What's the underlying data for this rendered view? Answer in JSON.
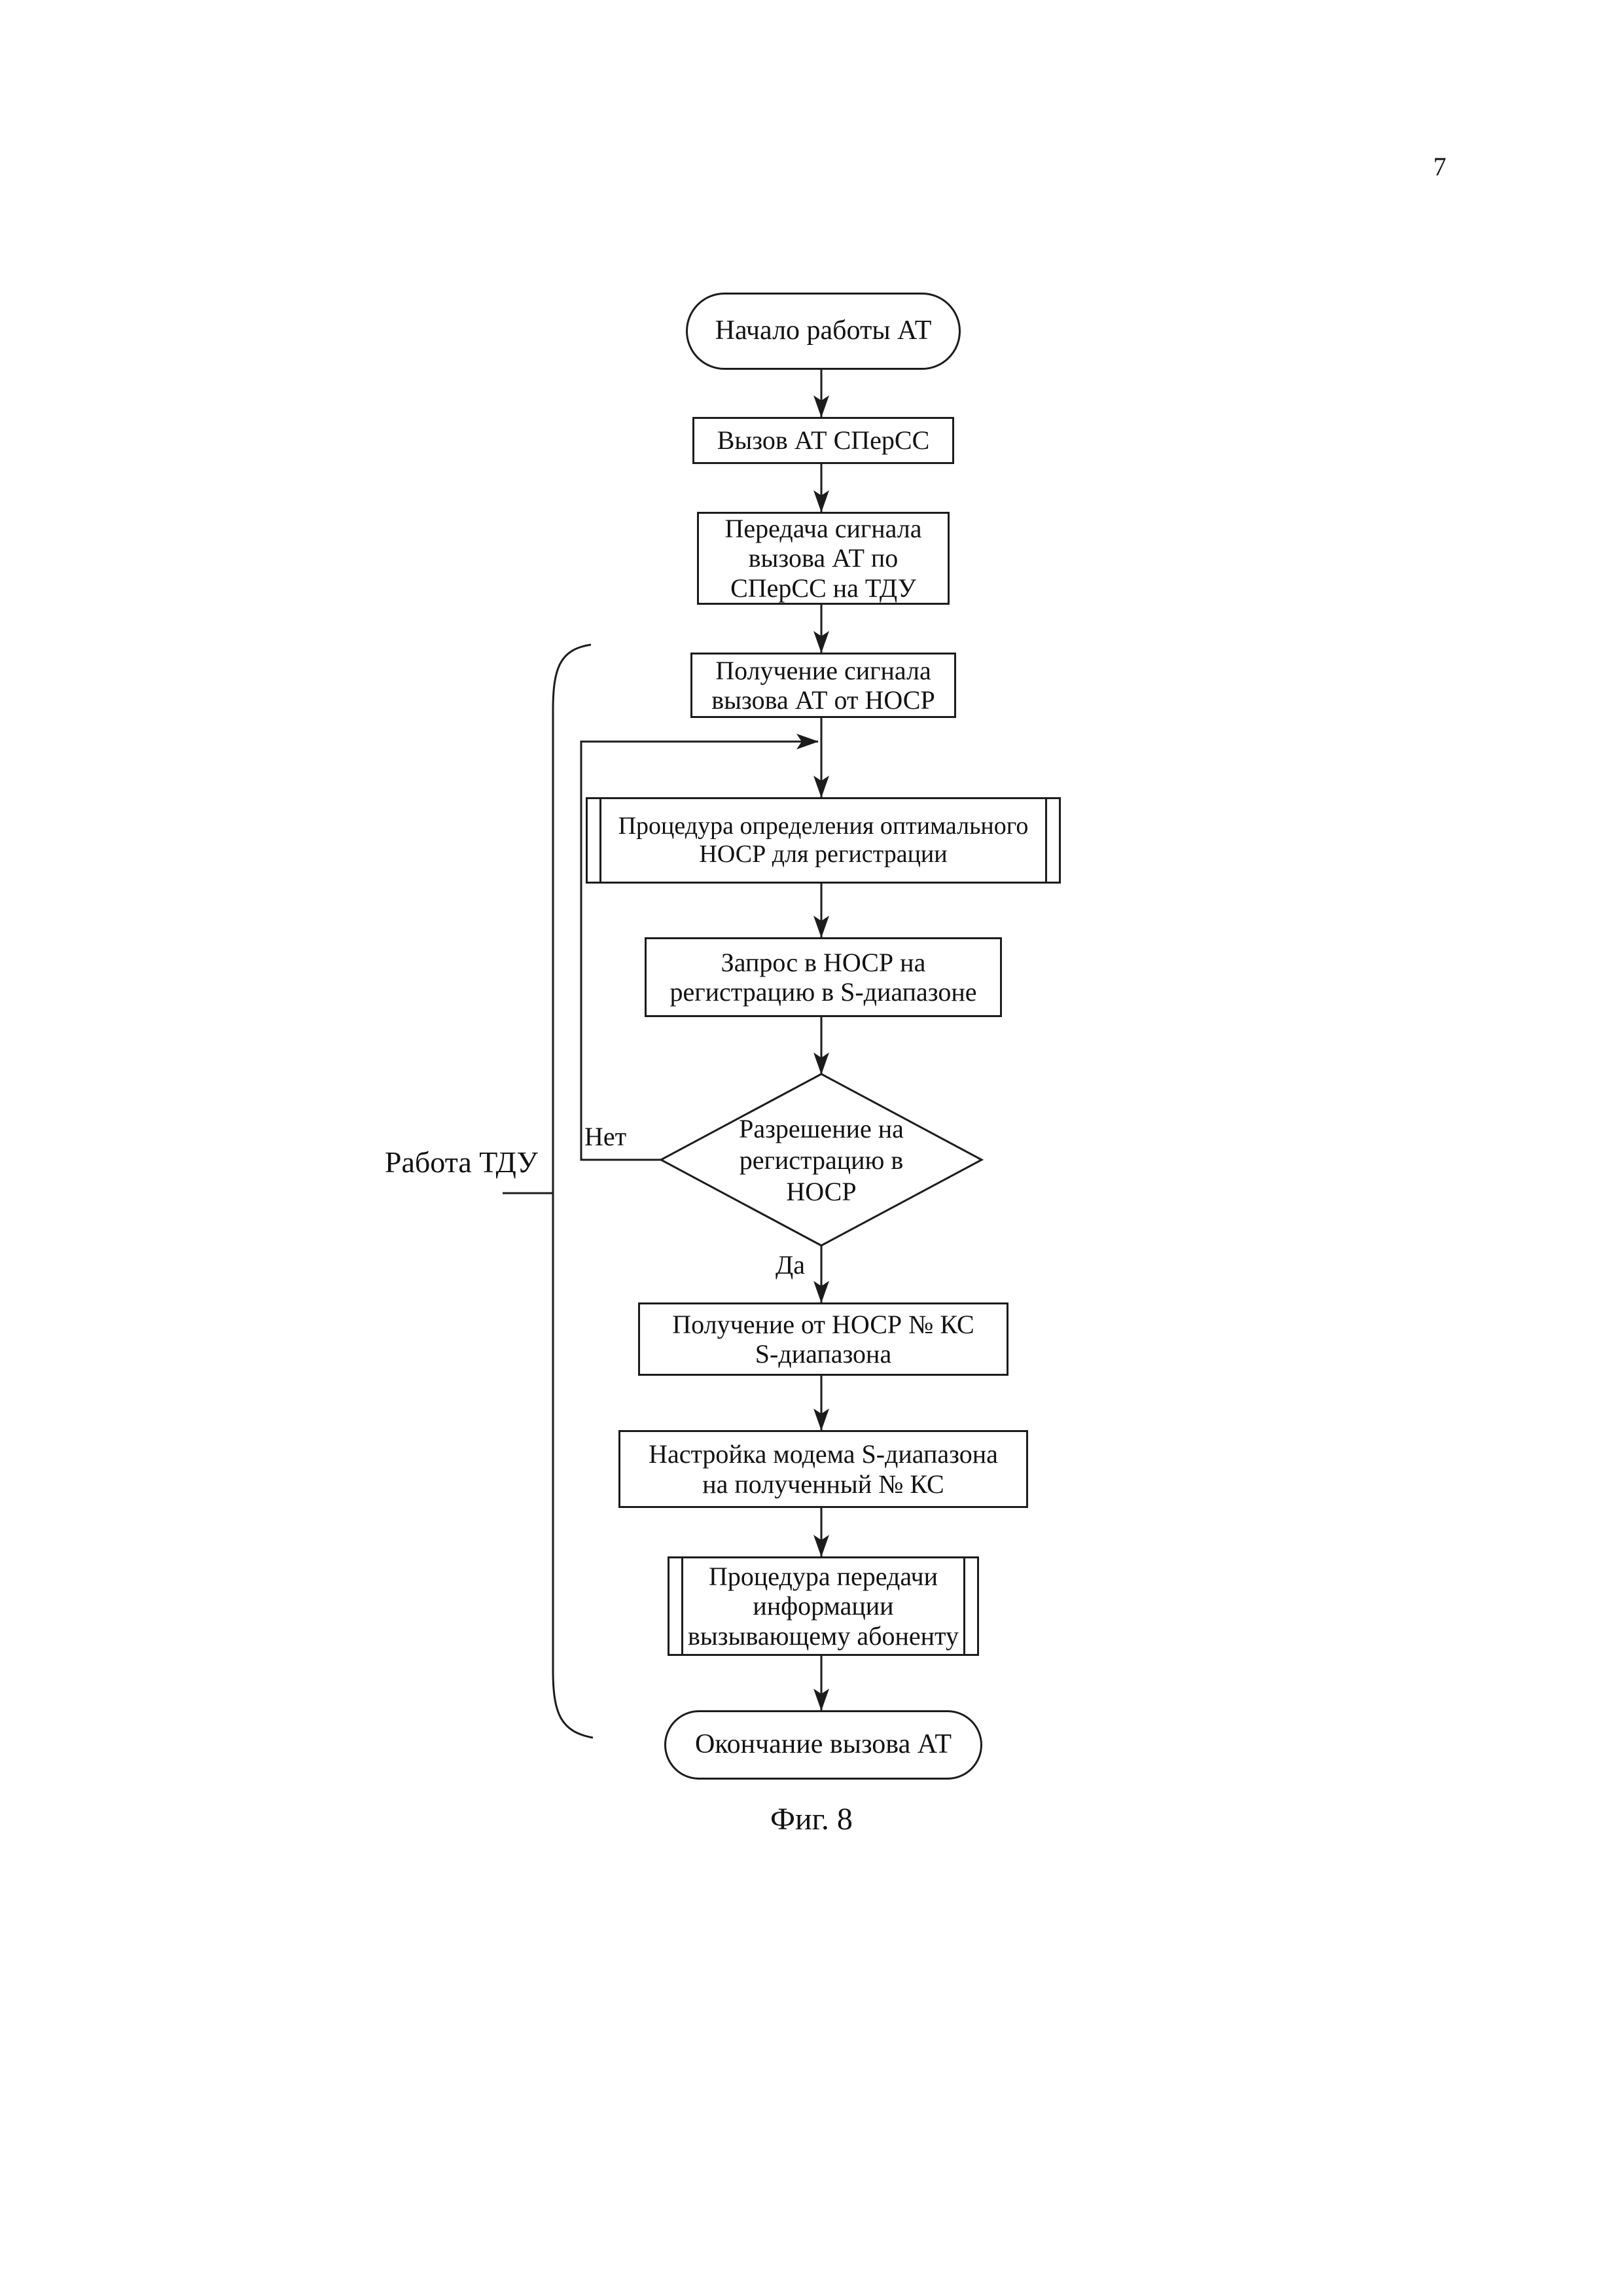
{
  "page": {
    "number": "7",
    "figure_caption": "Фиг. 8"
  },
  "labels": {
    "no": "Нет",
    "yes": "Да",
    "bracket": "Работа ТДУ"
  },
  "nodes": [
    {
      "id": "start",
      "type": "terminator",
      "label": "Начало работы АТ"
    },
    {
      "id": "call-at-spers",
      "type": "process",
      "label": "Вызов АТ СПерСС"
    },
    {
      "id": "transmit-signal",
      "type": "process",
      "label": "Передача сигнала\nвызова АТ по\nСПерСС на ТДУ"
    },
    {
      "id": "receive-signal",
      "type": "process",
      "label": "Получение сигнала\nвызова АТ от НОСР"
    },
    {
      "id": "procedure-optimal-nosr",
      "type": "predefined",
      "label": "Процедура определения оптимального\nНОСР для регистрации"
    },
    {
      "id": "request-registration",
      "type": "process",
      "label": "Запрос в НОСР на\nрегистрацию в S-диапазоне"
    },
    {
      "id": "decision-permission",
      "type": "decision",
      "label": "Разрешение на\nрегистрацию в\nНОСР"
    },
    {
      "id": "get-channel-number",
      "type": "process",
      "label": "Получение от НОСР № КС\nS-диапазона"
    },
    {
      "id": "tune-modem",
      "type": "process",
      "label": "Настройка модема S-диапазона\nна полученный № КС"
    },
    {
      "id": "procedure-transfer-info",
      "type": "predefined",
      "label": "Процедура передачи\nинформации\nвызывающему абоненту"
    },
    {
      "id": "end",
      "type": "terminator",
      "label": "Окончание вызова АТ"
    }
  ]
}
